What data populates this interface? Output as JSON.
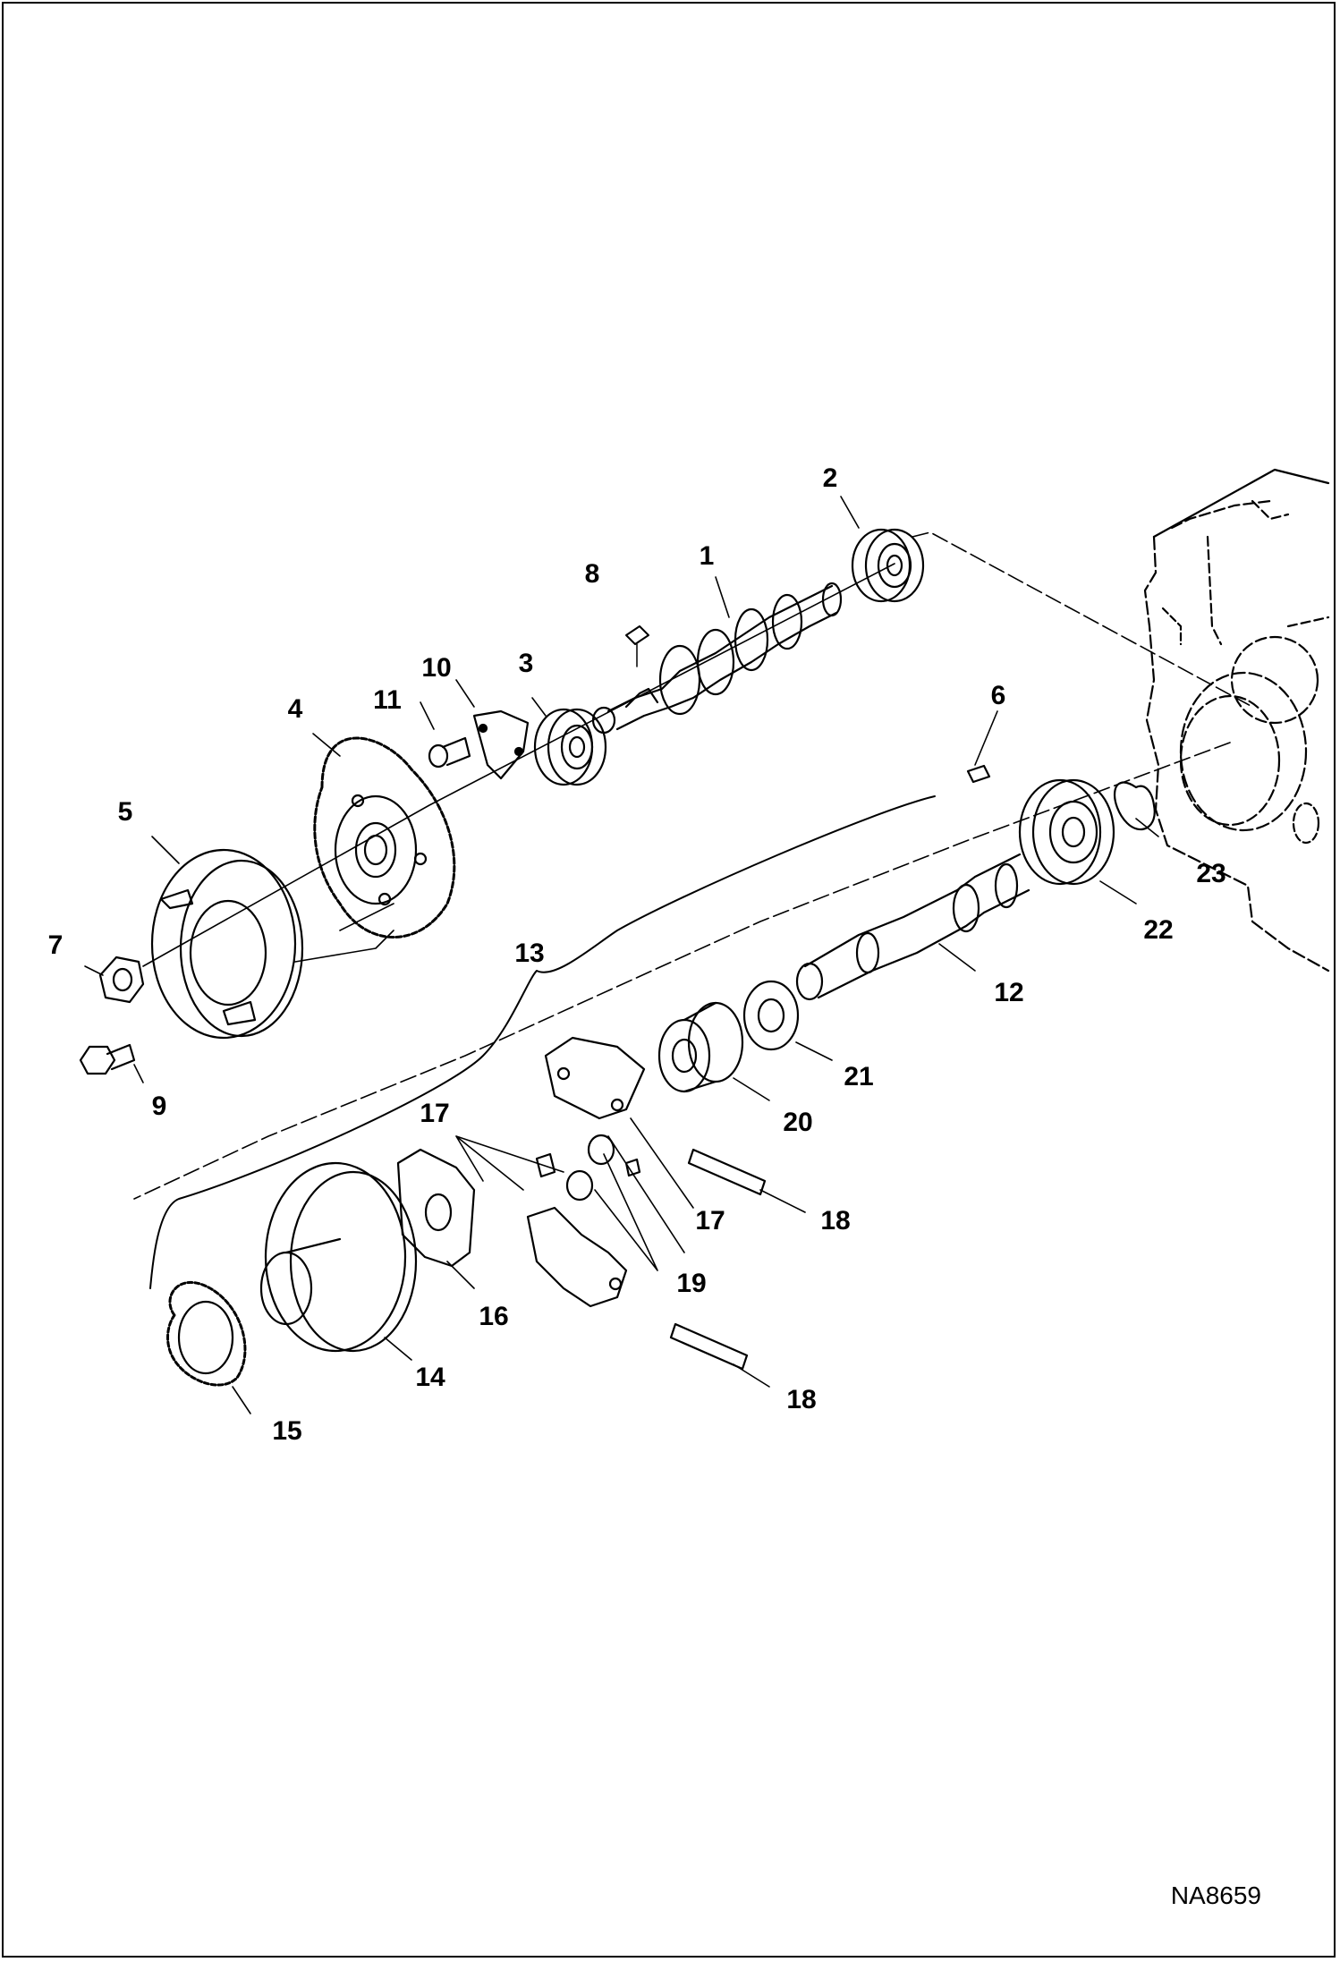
{
  "drawing_id": "NA8659",
  "callouts": [
    {
      "label": "1"
    },
    {
      "label": "2"
    },
    {
      "label": "3"
    },
    {
      "label": "4"
    },
    {
      "label": "5"
    },
    {
      "label": "6"
    },
    {
      "label": "7"
    },
    {
      "label": "8"
    },
    {
      "label": "9"
    },
    {
      "label": "10"
    },
    {
      "label": "11"
    },
    {
      "label": "12"
    },
    {
      "label": "13"
    },
    {
      "label": "14"
    },
    {
      "label": "15"
    },
    {
      "label": "16"
    },
    {
      "label": "17"
    },
    {
      "label": "17"
    },
    {
      "label": "18"
    },
    {
      "label": "18"
    },
    {
      "label": "19"
    },
    {
      "label": "20"
    },
    {
      "label": "21"
    },
    {
      "label": "22"
    },
    {
      "label": "23"
    }
  ]
}
